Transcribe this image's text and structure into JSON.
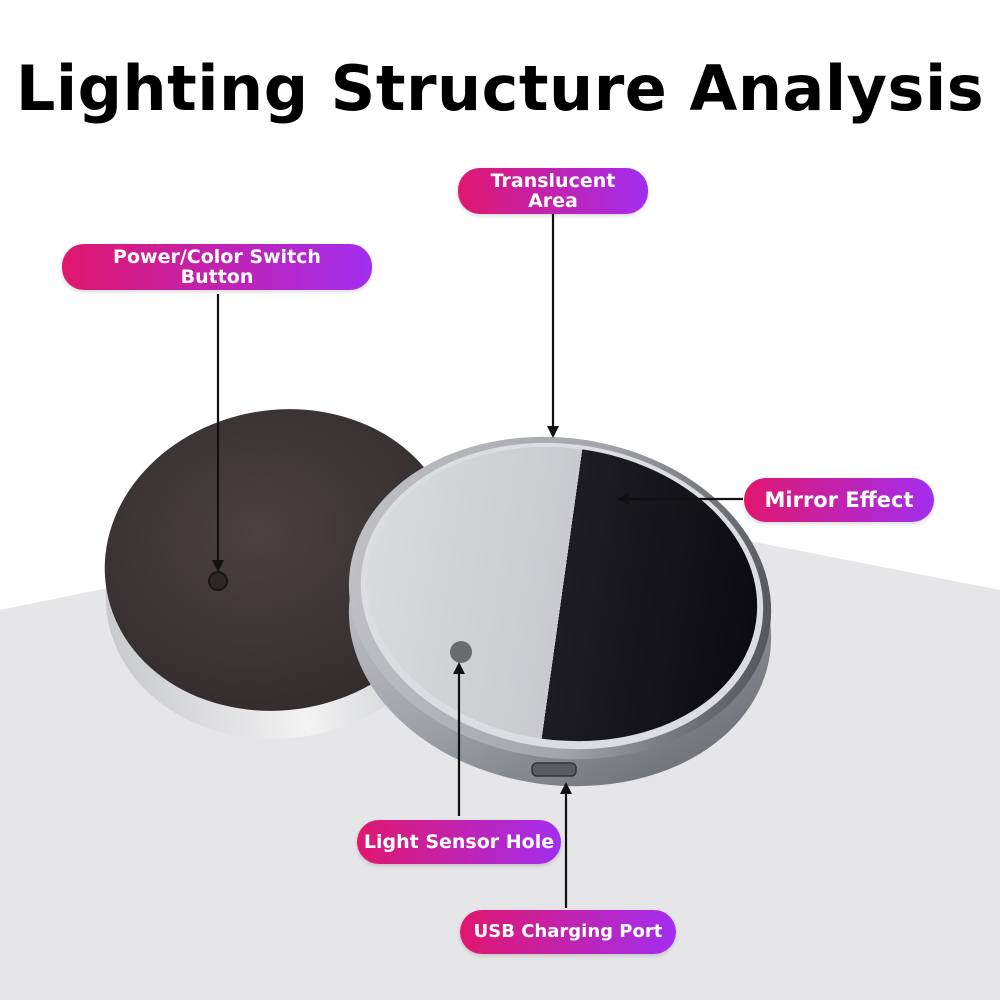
{
  "title": "Lighting Structure Analysis",
  "labels": {
    "translucent": [
      "Translucent",
      "Area"
    ],
    "power": [
      "Power/Color Switch",
      "Button"
    ],
    "mirror": "Mirror Effect",
    "sensor": "Light Sensor Hole",
    "usb": "USB Charging Port"
  },
  "colors": {
    "label_start": "#e0176e",
    "label_end": "#a22ef0",
    "background_floor": "#e4e4e6"
  }
}
